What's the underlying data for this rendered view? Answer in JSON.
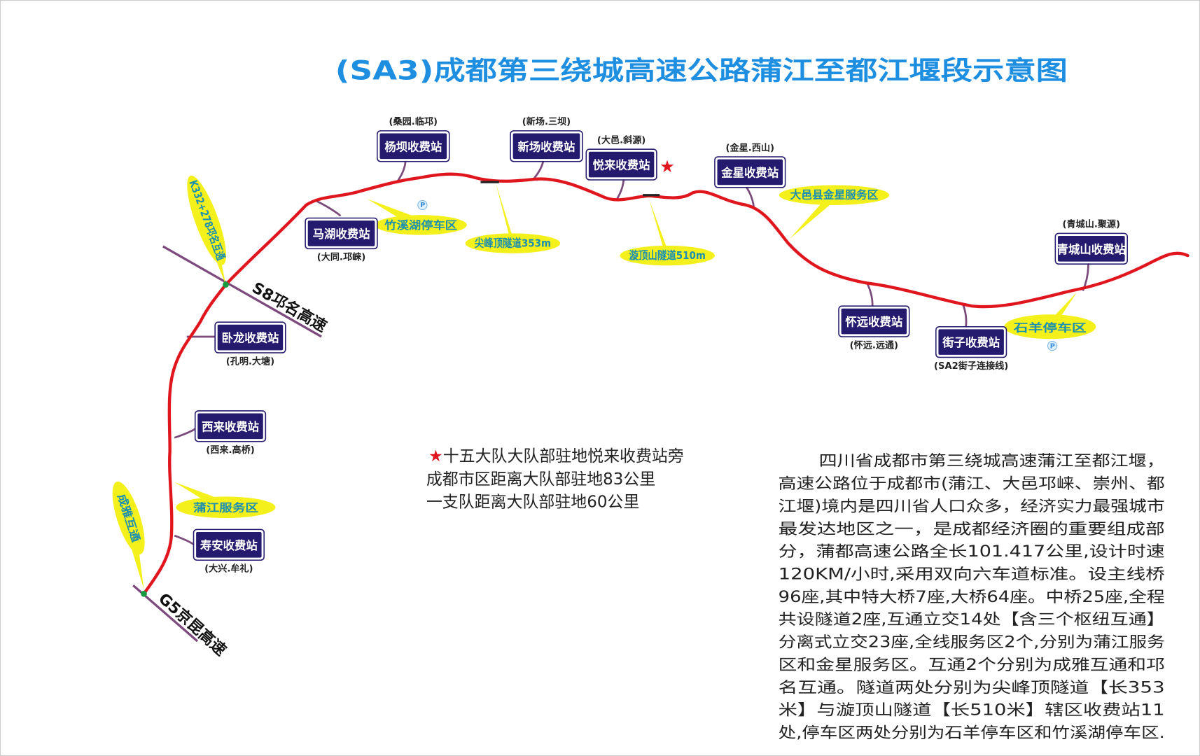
{
  "title": "(SA3)成都第三绕城高速公路蒲江至都江堰段示意图",
  "stations": [
    {
      "name": "杨坝收费站",
      "area": "(桑园.临邛)"
    },
    {
      "name": "新场收费站",
      "area": "(新场.三坝)"
    },
    {
      "name": "悦来收费站",
      "area": "(大邑.斜源)"
    },
    {
      "name": "金星收费站",
      "area": "(金星.西山)"
    },
    {
      "name": "马湖收费站",
      "area": "(大同.邛崃)"
    },
    {
      "name": "卧龙收费站",
      "area": "(孔明.大塘)"
    },
    {
      "name": "西来收费站",
      "area": "(西来.高桥)"
    },
    {
      "name": "寿安收费站",
      "area": "(大兴.牟礼)"
    },
    {
      "name": "怀远收费站",
      "area": "(怀远.远通)"
    },
    {
      "name": "街子收费站",
      "area": "(SA2街子连接线)"
    },
    {
      "name": "青城山收费站",
      "area": "(青城山.聚源)"
    }
  ],
  "callouts": [
    {
      "label": "K332+278邛名互通"
    },
    {
      "label": "竹溪湖停车区"
    },
    {
      "label": "尖峰顶隧道353m"
    },
    {
      "label": "漩顶山隧道510m"
    },
    {
      "label": "大邑县金星服务区"
    },
    {
      "label": "石羊停车区"
    },
    {
      "label": "蒲江服务区"
    },
    {
      "label": "成雅互通"
    }
  ],
  "parking_icon": "P",
  "highways": {
    "s8": "S8邛名高速",
    "g5": "G5京昆高速"
  },
  "notes": {
    "star": "★",
    "line1": "十五大队大队部驻地悦来收费站旁",
    "line2": "成都市区距离大队部驻地83公里",
    "line3": "一支队距离大队部驻地60公里"
  },
  "description": [
    "四川省成都市第三绕城高速蒲江至都江堰，",
    "高速公路位于成都市(蒲江、大邑邛崃、崇州、都",
    "江堰)境内是四川省人口众多，经济实力最强城市",
    "最发达地区之一，是成都经济圈的重要组成部",
    "分，蒲都高速公路全长101.417公里,设计时速",
    "120KM/小时,采用双向六车道标准。设主线桥",
    "96座,其中特大桥7座,大桥64座。中桥25座,全程",
    "共设隧道2座,互通立交14处【含三个枢纽互通】",
    "分离式立交23座,全线服务区2个,分别为蒲江服务",
    "区和金星服务区。互通2个分别为成雅互通和邛",
    "名互通。隧道两处分别为尖峰顶隧道【长353",
    "米】与漩顶山隧道【长510米】辖区收费站11",
    "处,停车区两处分别为石羊停车区和竹溪湖停车区."
  ],
  "colors": {
    "route": "#e0161e",
    "station": "#241a6e",
    "callout": "#f4f01c",
    "title": "#1e8fe0"
  }
}
